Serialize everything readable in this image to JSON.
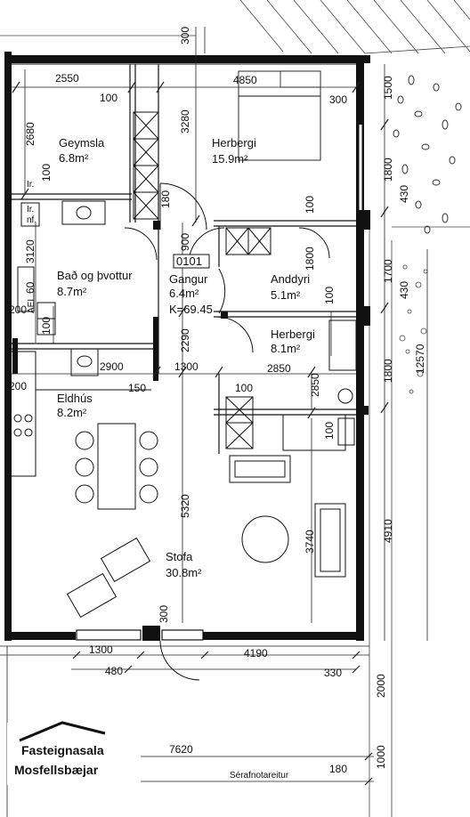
{
  "rooms": {
    "geymsla": {
      "name": "Geymsla",
      "area": "6.8m²"
    },
    "herbergi1": {
      "name": "Herbergi",
      "area": "15.9m²"
    },
    "bad": {
      "name": "Bað og þvottur",
      "area": "8.7m²"
    },
    "gangur": {
      "name": "Gangur",
      "area": "6.4m²",
      "volume": "K=69.45"
    },
    "anddyri": {
      "name": "Anddyri",
      "area": "5.1m²"
    },
    "herbergi2": {
      "name": "Herbergi",
      "area": "8.1m²"
    },
    "eldhus": {
      "name": "Eldhús",
      "area": "8.2m²"
    },
    "stofa": {
      "name": "Stofa",
      "area": "30.8m²"
    }
  },
  "unit_id": "0101",
  "dimensions": {
    "d300_top": "300",
    "d2550": "2550",
    "d4850": "4850",
    "d100_a": "100",
    "d300_b": "300",
    "d1500": "1500",
    "d2680": "2680",
    "d3280": "3280",
    "d100_c": "100",
    "d180": "180",
    "d100_d": "100",
    "d1800_a": "1800",
    "d430_a": "430",
    "d900": "900",
    "d1800_b": "1800",
    "d1700": "1700",
    "d3120": "3120",
    "d60": "60",
    "d100_e": "100",
    "d430_b": "430",
    "d200_a": "200",
    "d100_f": "100",
    "d2290": "2290",
    "d12570": "12570",
    "d2900": "2900",
    "d1300_a": "1300",
    "d2850_a": "2850",
    "d1800_c": "1800",
    "d200_b": "200",
    "d150": "150",
    "d100_g": "100",
    "d2850_b": "2850",
    "d100_h": "100",
    "d5320": "5320",
    "d3740": "3740",
    "d4910": "4910",
    "d300_c": "300",
    "d1300_b": "1300",
    "d4190": "4190",
    "d480": "480",
    "d330": "330",
    "d2000": "2000",
    "d7620": "7620",
    "d180_b": "180",
    "d1000": "1000"
  },
  "labels": {
    "ir1": "Ir.",
    "ir2": "Ir.",
    "nf": "nf.",
    "aei": "AEI",
    "serafnotareitur": "Sérafnotareitur"
  },
  "logo": {
    "line1": "Fasteignasala",
    "line2": "Mosfellsbæjar"
  }
}
